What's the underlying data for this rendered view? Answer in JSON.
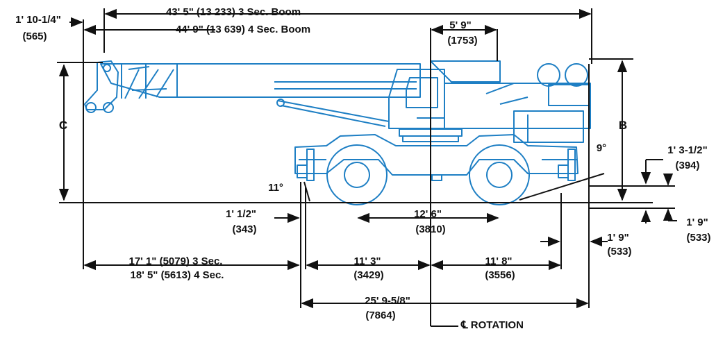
{
  "colors": {
    "crane": "#1e7fc4",
    "dimension": "#111111",
    "background": "#ffffff"
  },
  "labels": {
    "boom_3sec": "43' 5\" (13 233) 3 Sec. Boom",
    "boom_4sec": "44' 9\" (13 639) 4 Sec. Boom",
    "front_offset_ft": "1' 10-1/4\"",
    "front_offset_mm": "(565)",
    "rear_cab_ft": "5' 9\"",
    "rear_cab_mm": "(1753)",
    "dim_c": "C",
    "dim_b": "B",
    "angle_front": "11°",
    "angle_rear": "9°",
    "front_clear_ft": "1' 1/2\"",
    "front_clear_mm": "(343)",
    "wheelbase_ft": "12' 6\"",
    "wheelbase_mm": "(3810)",
    "front_overhang_3sec": "17' 1\" (5079) 3 Sec.",
    "front_overhang_4sec": "18' 5\" (5613) 4 Sec.",
    "front_to_center_ft": "11' 3\"",
    "front_to_center_mm": "(3429)",
    "center_to_rear_ft": "11' 8\"",
    "center_to_rear_mm": "(3556)",
    "rear_out_ft": "1' 9\"",
    "rear_out_mm": "(533)",
    "step_ft": "1' 3-1/2\"",
    "step_mm": "(394)",
    "ground_ft": "1' 9\"",
    "ground_mm": "(533)",
    "overall_ft": "25' 9-5/8\"",
    "overall_mm": "(7864)",
    "rotation": "℄ ROTATION"
  }
}
